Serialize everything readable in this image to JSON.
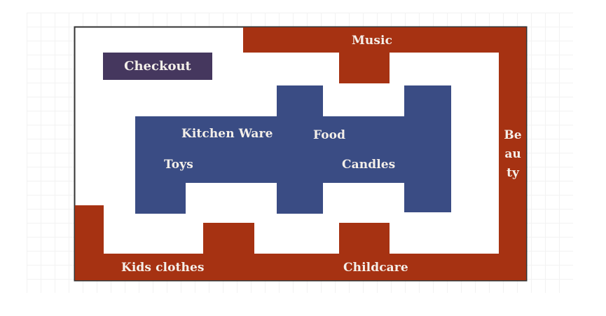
{
  "diagram": {
    "type": "store floor plan",
    "colors": {
      "perimeter_sections": "#a63212",
      "center_island": "#3a4c84",
      "checkout": "#45375e",
      "label_text": "#f4efe9",
      "outline": "#333333",
      "grid": "#f2f2f2"
    },
    "checkout": {
      "label": "Checkout"
    },
    "perimeter": {
      "music": {
        "label": "Music"
      },
      "beauty": {
        "label": "Beauty",
        "lines": [
          "Be",
          "au",
          "ty"
        ]
      },
      "kids_clothes": {
        "label": "Kids clothes"
      },
      "childcare": {
        "label": "Childcare"
      }
    },
    "center": {
      "kitchen_ware": {
        "label": "Kitchen Ware"
      },
      "food": {
        "label": "Food"
      },
      "toys": {
        "label": "Toys"
      },
      "candles": {
        "label": "Candles"
      }
    }
  }
}
